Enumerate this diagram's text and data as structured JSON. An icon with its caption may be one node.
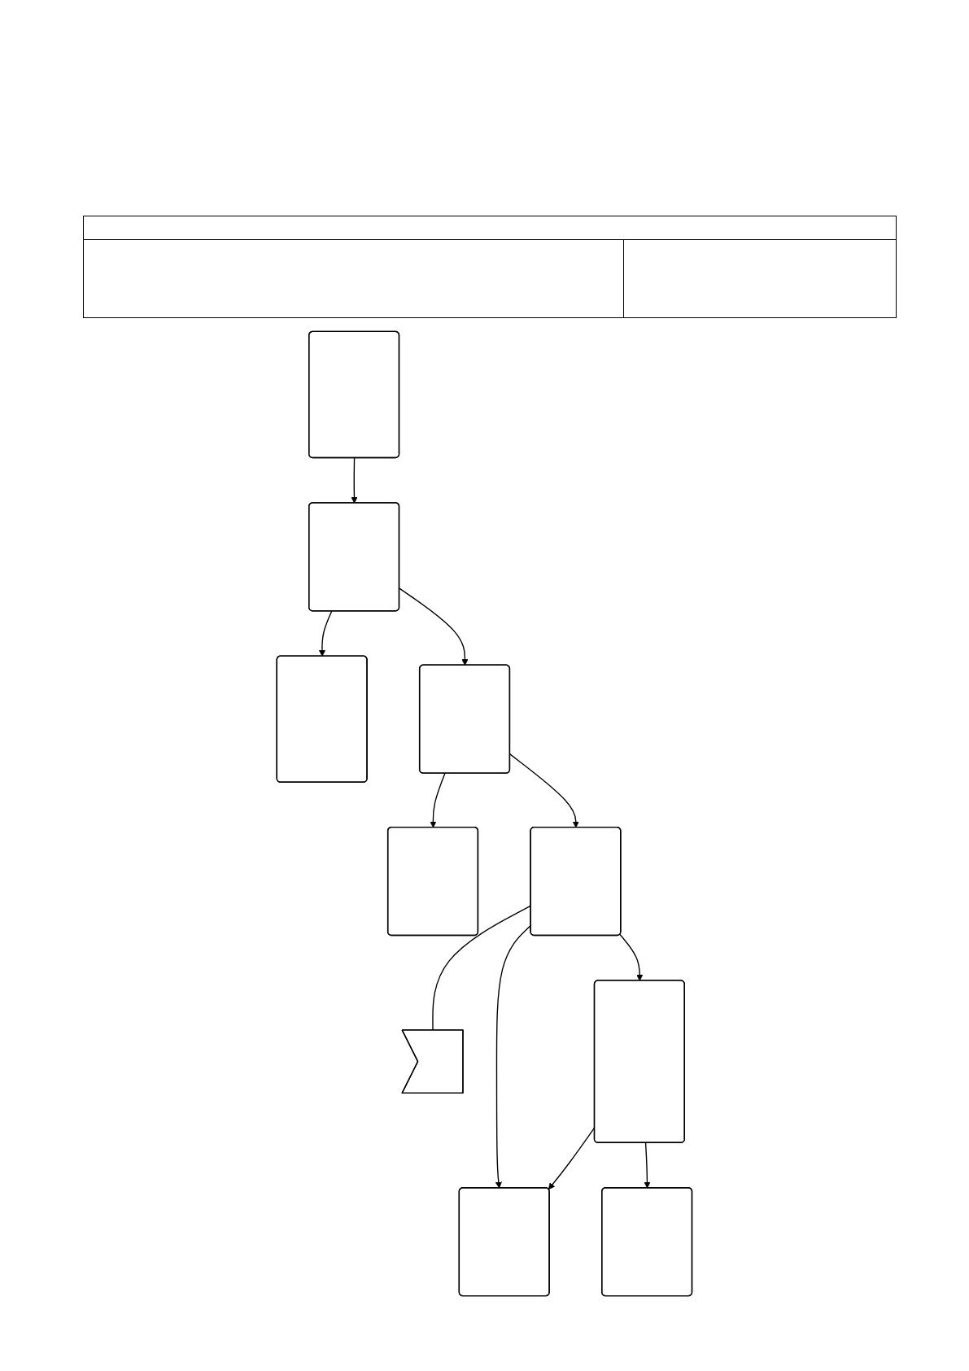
{
  "diagram": {
    "nodes": [
      {
        "text": [],
        "shape": "box"
      },
      {
        "text": [],
        "shape": "box"
      },
      {
        "text": [],
        "shape": "box"
      },
      {
        "text": [],
        "shape": "box"
      },
      {
        "text": [],
        "shape": "box"
      },
      {
        "text": [],
        "shape": "box"
      },
      {
        "text": [],
        "shape": "pentagon"
      },
      {
        "text": [],
        "shape": "box"
      },
      {
        "text": [],
        "shape": "box"
      },
      {
        "text": [],
        "shape": "box"
      }
    ],
    "edges": [
      {
        "from": 0,
        "to": 1,
        "arrow": "to"
      },
      {
        "from": 1,
        "to": 2,
        "arrow": "to"
      },
      {
        "from": 1,
        "to": 3,
        "arrow": "to"
      },
      {
        "from": 3,
        "to": 4,
        "arrow": "to"
      },
      {
        "from": 3,
        "to": 5,
        "arrow": "to"
      },
      {
        "from": 5,
        "to": 6,
        "arrow": "none"
      },
      {
        "from": 5,
        "to": 7,
        "arrow": "to"
      },
      {
        "from": 5,
        "to": 8,
        "arrow": "to"
      },
      {
        "from": 8,
        "to": 7,
        "arrow": "to"
      },
      {
        "from": 8,
        "to": 9,
        "arrow": "to"
      }
    ]
  }
}
